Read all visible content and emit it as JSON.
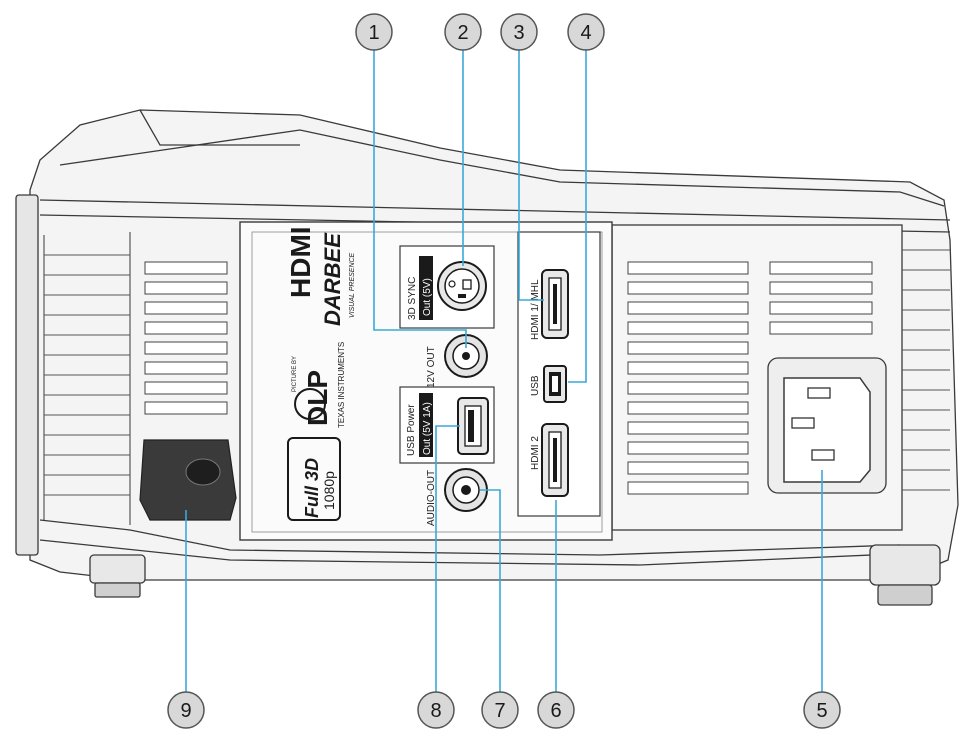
{
  "colors": {
    "leader_line": "#3aa9d8",
    "callout_fill": "#d8d8d8",
    "callout_stroke": "#555555",
    "body_line": "#3a3a3a",
    "body_fill": "#f4f4f4",
    "panel_fill": "#fbfbfb"
  },
  "callouts": [
    {
      "number": "1",
      "target": "12v-out-jack"
    },
    {
      "number": "2",
      "target": "3d-sync-port"
    },
    {
      "number": "3",
      "target": "hdmi1-mhl-port"
    },
    {
      "number": "4",
      "target": "mini-usb-port"
    },
    {
      "number": "5",
      "target": "ac-power-socket"
    },
    {
      "number": "6",
      "target": "hdmi2-port"
    },
    {
      "number": "7",
      "target": "audio-out-jack"
    },
    {
      "number": "8",
      "target": "usb-power-port"
    },
    {
      "number": "9",
      "target": "ir-receiver"
    }
  ],
  "port_labels": {
    "sync_3d": "3D SYNC",
    "sync_3d_out": "Out (5V)",
    "out_12v": "12V OUT",
    "hdmi1": "HDMI 1/ MHL",
    "usb": "USB",
    "hdmi2": "HDMI 2",
    "usb_power": "USB Power",
    "usb_power_out": "Out (5V   1A)",
    "audio_out": "AUDIO-OUT"
  },
  "logos": {
    "hdmi": "HDMI",
    "darbee": "DARBEE",
    "darbee_tagline": "VISUAL PRESENCE",
    "dlp": "DLP",
    "dlp_small": "PICTURE BY",
    "texas_instruments": "TEXAS INSTRUMENTS",
    "full3d": "Full 3D",
    "res_1080p": "1080p"
  },
  "icons": {
    "ac_socket": "iec-c14-socket-icon",
    "ir": "ir-receiver-icon"
  }
}
